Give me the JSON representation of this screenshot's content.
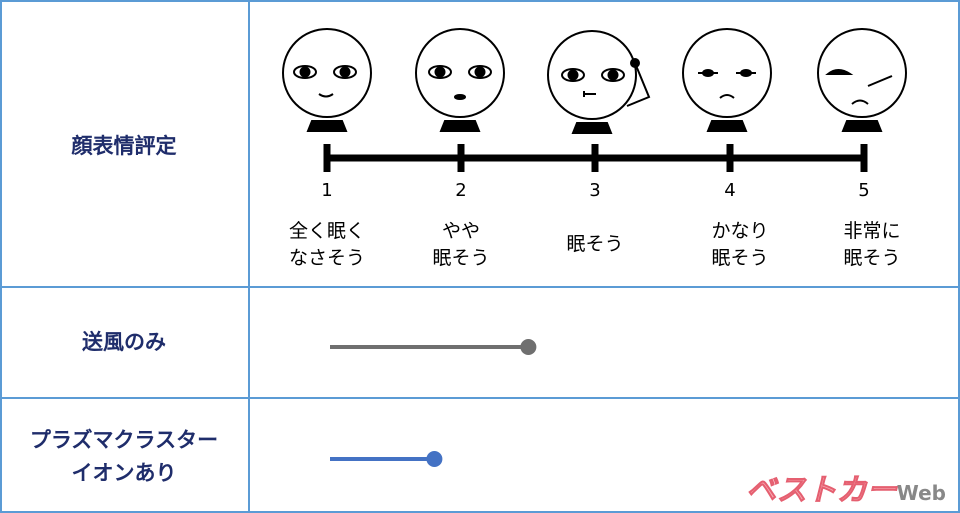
{
  "row_labels": {
    "rating": "顔表情評定",
    "fan_only": "送風のみ",
    "plasmacluster": "プラズマクラスター\nイオンあり"
  },
  "scale": {
    "ticks": [
      "1",
      "2",
      "3",
      "4",
      "5"
    ],
    "captions": [
      "全く眠く\nなさそう",
      "やや\n眠そう",
      "眠そう",
      "かなり\n眠そう",
      "非常に\n眠そう"
    ]
  },
  "results": [
    {
      "name": "送風のみ",
      "value": 2.5,
      "color": "#6f6f6f"
    },
    {
      "name": "プラズマクラスターイオンあり",
      "value": 1.8,
      "color": "#4472c4"
    }
  ],
  "logo": {
    "text": "ベストカー",
    "suffix": "Web"
  }
}
